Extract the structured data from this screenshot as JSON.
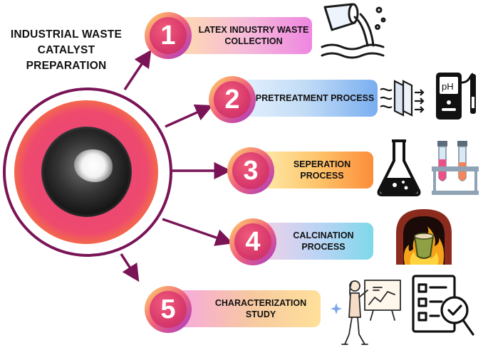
{
  "title": "INDUSTRIAL WASTE CATALYST PREPARATION",
  "steps": [
    {
      "number": "1",
      "label": "LATEX INDUSTRY WASTE COLLECTION"
    },
    {
      "number": "2",
      "label": "PRETREATMENT PROCESS"
    },
    {
      "number": "3",
      "label": "SEPERATION PROCESS"
    },
    {
      "number": "4",
      "label": "CALCINATION PROCESS"
    },
    {
      "number": "5",
      "label": "CHARACTERIZATION STUDY"
    }
  ],
  "icons": {
    "step1": "pouring-waste-water-icon",
    "step2": [
      "filter-membrane-icon",
      "ph-meter-icon"
    ],
    "step3": [
      "conical-flask-icon",
      "test-tubes-rack-icon"
    ],
    "step4": "furnace-crucible-icon",
    "step5": [
      "researcher-presenting-icon",
      "checklist-magnifier-icon"
    ]
  },
  "colors": {
    "arrow": "#7a1457",
    "badge": "#d8396c",
    "ring": "#7a1457"
  }
}
